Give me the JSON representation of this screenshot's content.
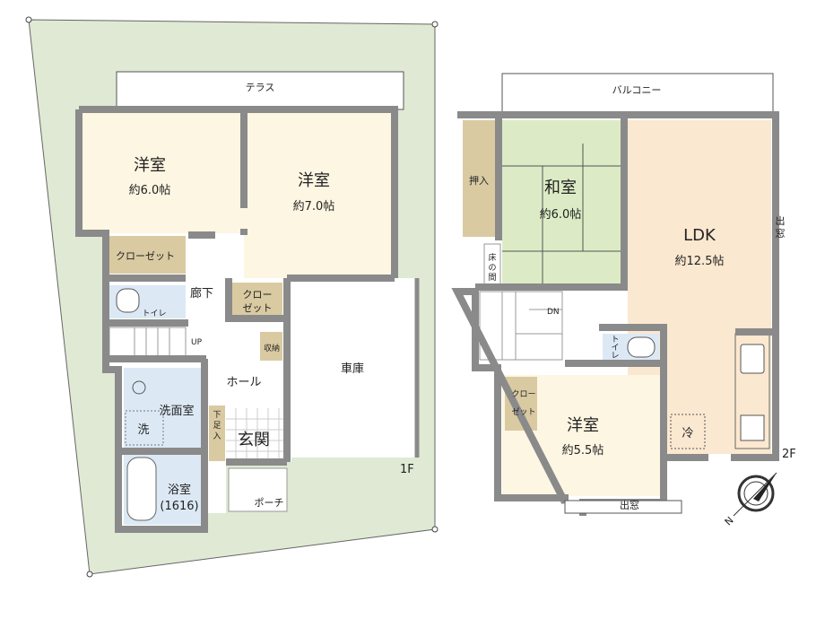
{
  "colors": {
    "lot": "#dfe9d4",
    "western": "#fdf6e2",
    "closet": "#d9caa2",
    "wet": "#dce9f5",
    "tatami": "#dcebc5",
    "ldk": "#fbe8d0",
    "wall": "#8a8a8a"
  },
  "floor1": {
    "label": "1F",
    "terrace": "テラス",
    "room1": {
      "name": "洋室",
      "size": "約6.0帖"
    },
    "room2": {
      "name": "洋室",
      "size": "約7.0帖"
    },
    "closet1": "クローゼット",
    "closet2": [
      "クロー",
      "ゼット"
    ],
    "corridor": "廊下",
    "toilet": "トイレ",
    "up": "UP",
    "storage": "収納",
    "hall": "ホール",
    "garage": "車庫",
    "washroom": "洗面室",
    "washer": "洗",
    "shoe": [
      "下",
      "足",
      "入"
    ],
    "entrance": "玄関",
    "bath": {
      "name": "浴室",
      "size": "(1616)"
    },
    "porch": "ポーチ"
  },
  "floor2": {
    "label": "2F",
    "balcony": "バルコニー",
    "oshiire": "押入",
    "japanese": {
      "name": "和室",
      "size": "約6.0帖"
    },
    "tokonoma": [
      "床",
      "の",
      "間"
    ],
    "ldk": {
      "name": "LDK",
      "size": "約12.5帖"
    },
    "baywindow_east": [
      "出",
      "窓"
    ],
    "dn": "DN",
    "toilet": [
      "ト",
      "イ",
      "レ"
    ],
    "closet": [
      "クロー",
      "ゼット"
    ],
    "room": {
      "name": "洋室",
      "size": "約5.5帖"
    },
    "fridge": "冷",
    "baywindow_south": "出窓"
  },
  "compass": {
    "north": "N"
  }
}
